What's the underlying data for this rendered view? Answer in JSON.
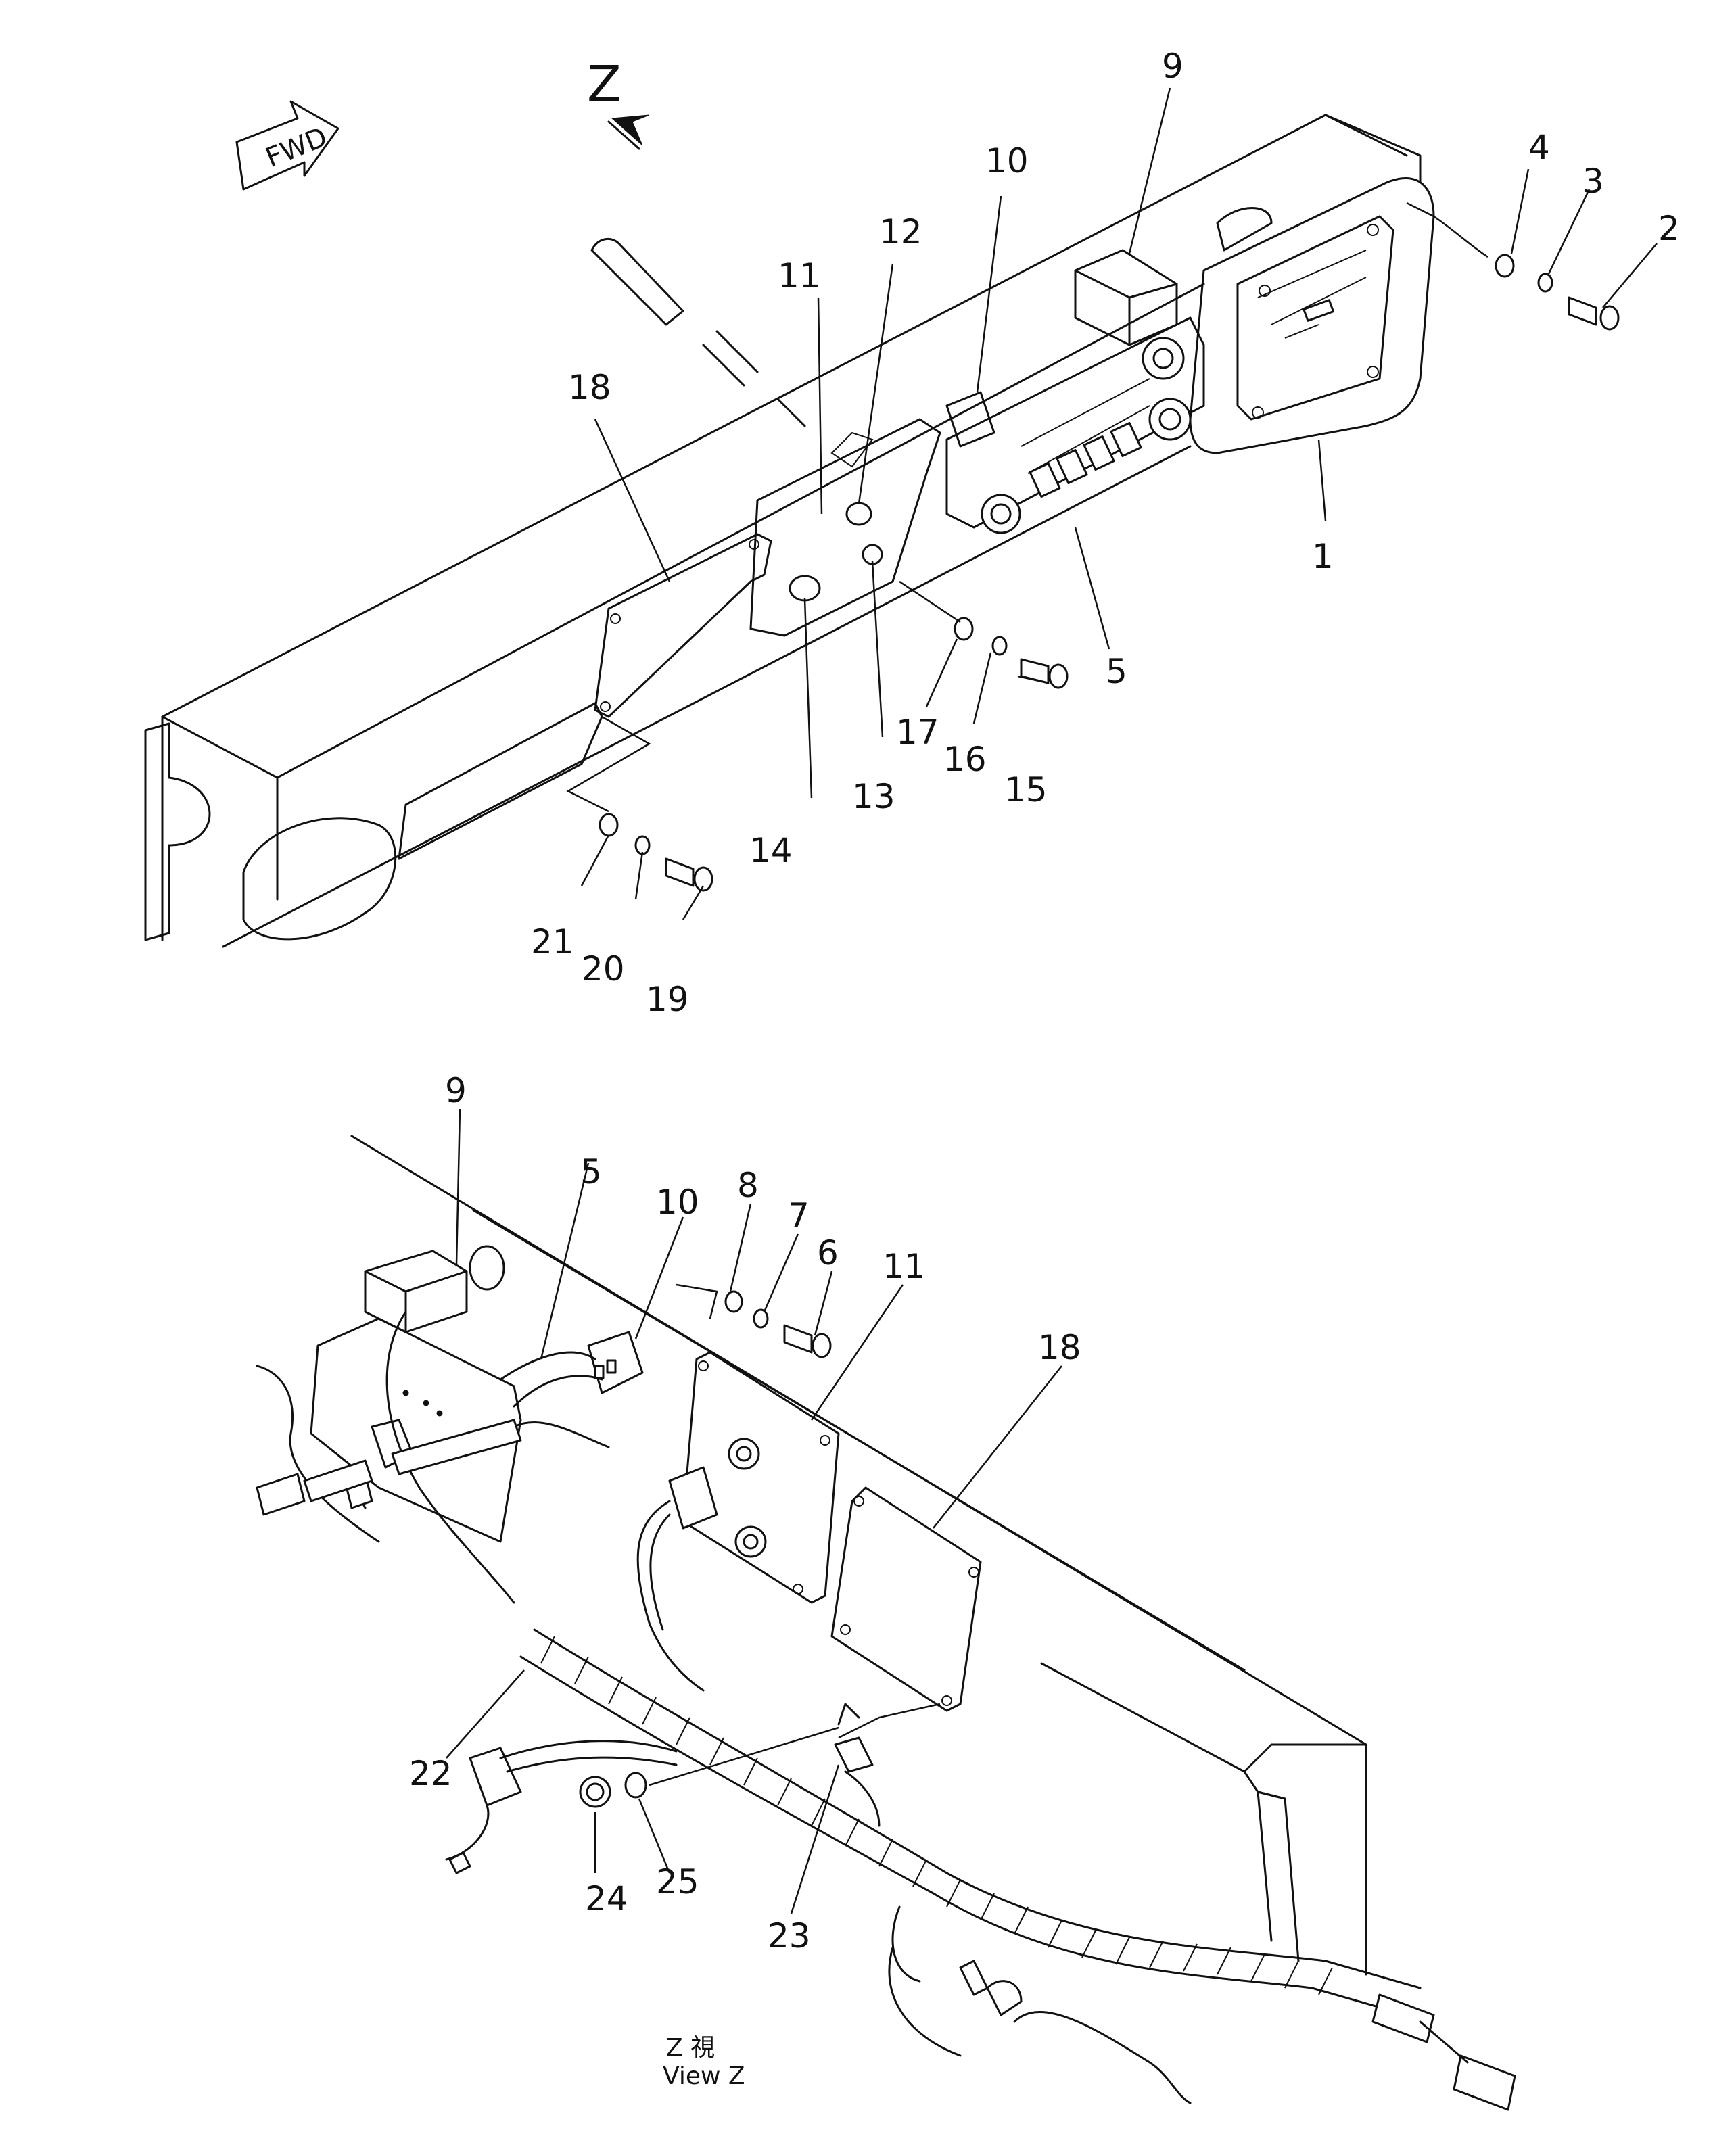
{
  "direction_arrow": {
    "label": "FWD"
  },
  "view_marker": {
    "label": "Z"
  },
  "top_view": {
    "callouts": [
      "1",
      "2",
      "3",
      "4",
      "5",
      "9",
      "10",
      "11",
      "12",
      "13",
      "14",
      "15",
      "16",
      "17",
      "18",
      "19",
      "20",
      "21"
    ]
  },
  "bottom_view": {
    "callouts": [
      "5",
      "6",
      "7",
      "8",
      "9",
      "10",
      "11",
      "18",
      "22",
      "23",
      "24",
      "25"
    ],
    "caption_jp": "Z 視",
    "caption_en": "View Z"
  }
}
